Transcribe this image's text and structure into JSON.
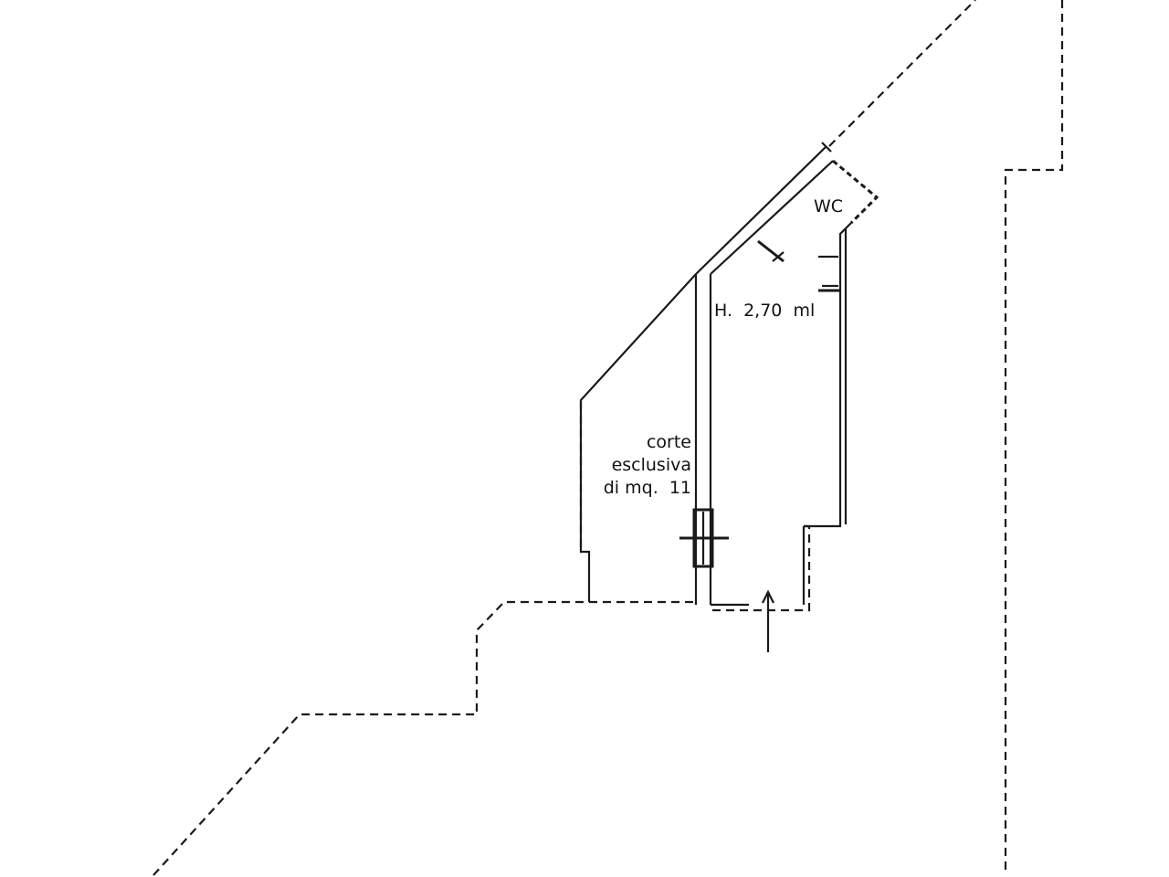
{
  "labels": {
    "wc": "WC",
    "height": "H.  2,70  ml",
    "court_line1": "corte",
    "court_line2": "esclusiva",
    "court_line3": "di mq.  11"
  },
  "colors": {
    "line": "#1a1a1a",
    "background": "#ffffff"
  }
}
